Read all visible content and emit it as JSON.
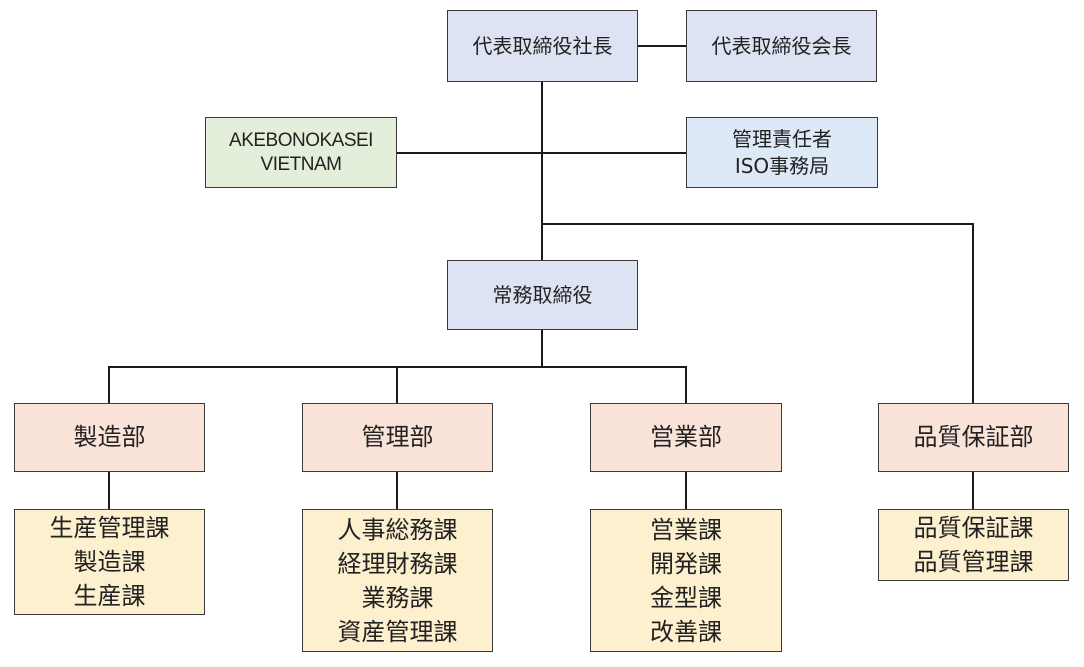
{
  "org": {
    "president": "代表取締役社長",
    "chairman": "代表取締役会長",
    "vietnam": [
      "AKEBONOKASEI",
      "VIETNAM"
    ],
    "iso": [
      "管理責任者",
      "ISO事務局"
    ],
    "managing_director": "常務取締役",
    "departments": [
      {
        "name": "製造部",
        "sections": [
          "生産管理課",
          "製造課",
          "生産課"
        ]
      },
      {
        "name": "管理部",
        "sections": [
          "人事総務課",
          "経理財務課",
          "業務課",
          "資産管理課"
        ]
      },
      {
        "name": "営業部",
        "sections": [
          "営業課",
          "開発課",
          "金型課",
          "改善課"
        ]
      },
      {
        "name": "品質保証部",
        "sections": [
          "品質保証課",
          "品質管理課"
        ]
      }
    ]
  }
}
